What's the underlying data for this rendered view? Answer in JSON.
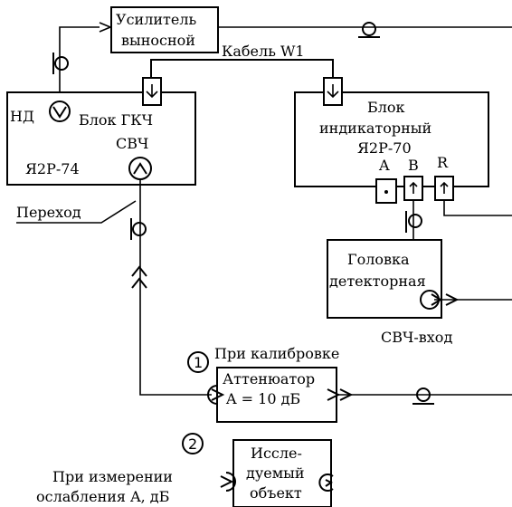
{
  "blocks": {
    "amplifier": {
      "line1": "Усилитель",
      "line2": "выносной"
    },
    "cable": "Кабель W1",
    "generator": {
      "nd": "НД",
      "name": "Блок ГКЧ",
      "svch": "СВЧ",
      "model": "Я2Р-74"
    },
    "indicator": {
      "line1": "Блок",
      "line2": "индикаторный",
      "line3": "Я2Р-70",
      "port_a": "A",
      "port_b": "B",
      "port_r": "R"
    },
    "detector": {
      "line1": "Головка",
      "line2": "детекторная",
      "input": "СВЧ-вход"
    },
    "transition": "Переход",
    "calibration": {
      "num": "1",
      "caption": "При калибровке"
    },
    "attenuator": {
      "line1": "Аттенюатор",
      "line2": "A = 10 дБ"
    },
    "measurement": {
      "num": "2",
      "caption1": "При измерении",
      "caption2": "ослабления A, дБ"
    },
    "object": {
      "line1": "Иссле-",
      "line2": "дуемый",
      "line3": "объект"
    }
  }
}
